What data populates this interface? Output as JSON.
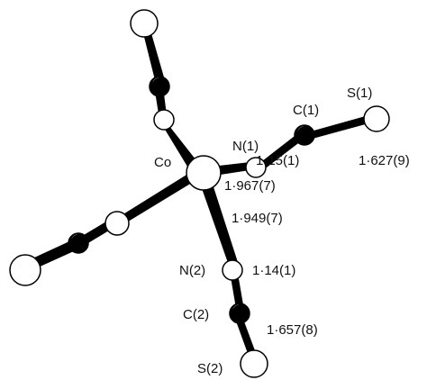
{
  "labels": {
    "co": "Co",
    "n1": "N(1)",
    "c1": "C(1)",
    "s1": "S(1)",
    "n2": "N(2)",
    "c2": "C(2)",
    "s2": "S(2)",
    "d_co_n1": "1·967(7)",
    "d_n1_c1": "1·15(1)",
    "d_c1_s1": "1·627(9)",
    "d_co_n2": "1·949(7)",
    "d_n2_c2": "1·14(1)",
    "d_c2_s2": "1·657(8)"
  }
}
